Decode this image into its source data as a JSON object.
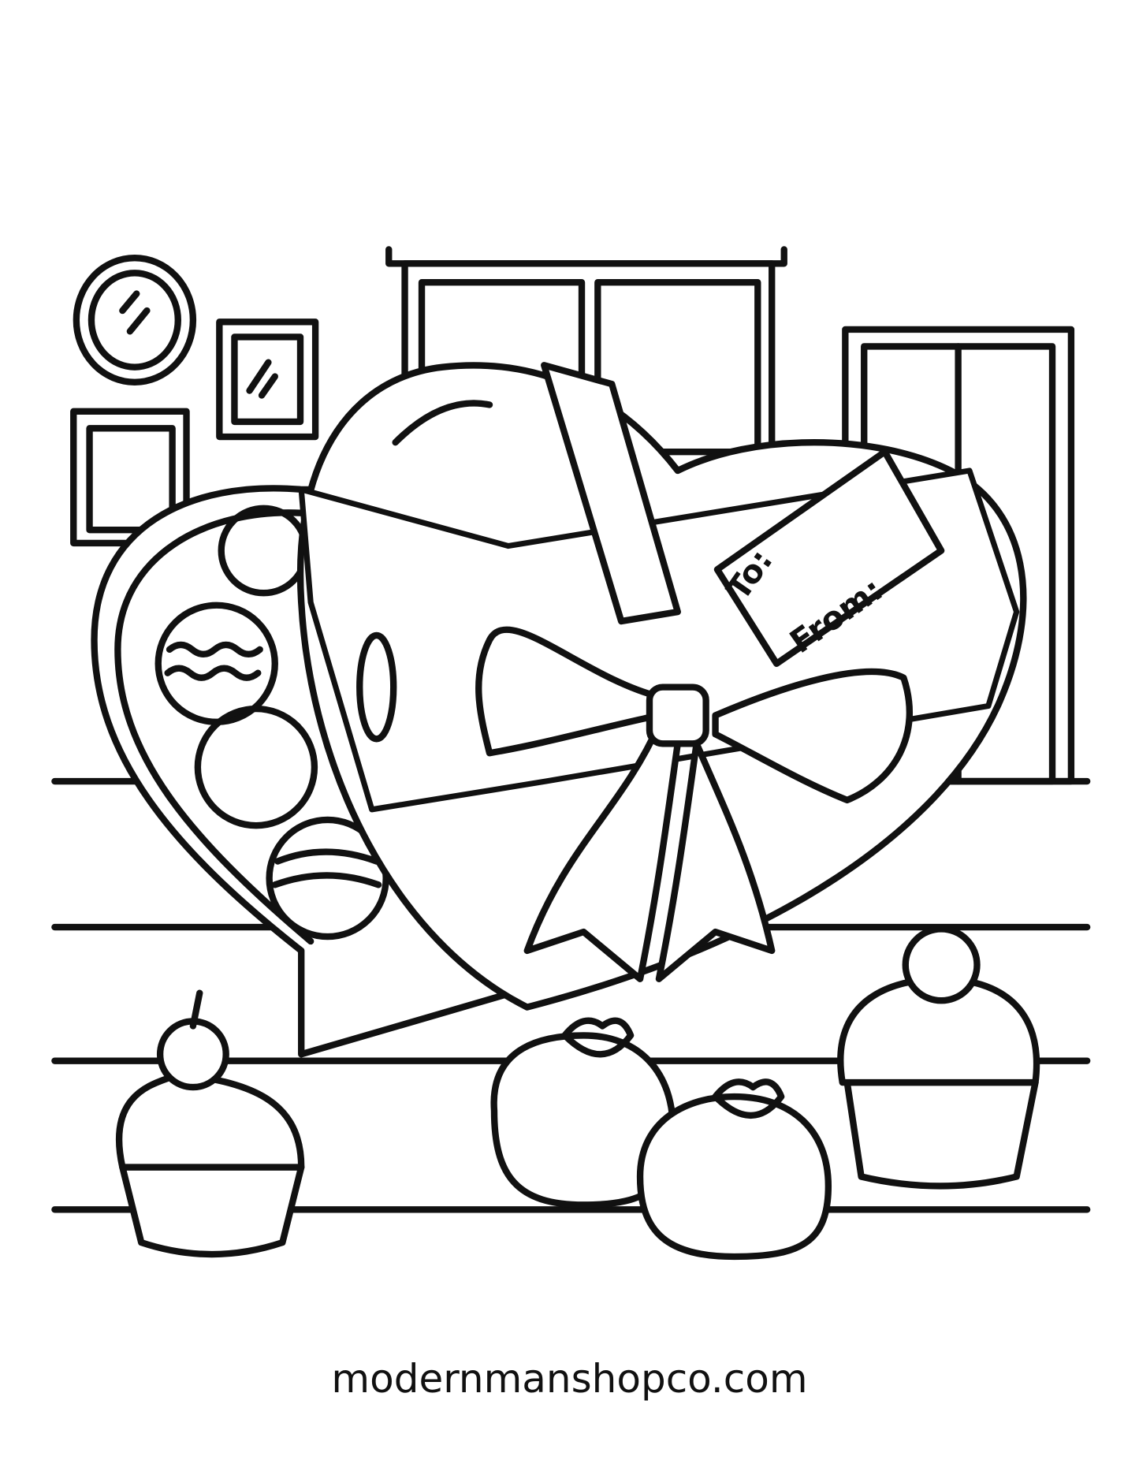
{
  "tag": {
    "to_label": "To:",
    "from_label": "From:"
  },
  "footer": {
    "website": "modernmanshopco.com"
  },
  "colors": {
    "line": "#111111",
    "background": "#ffffff"
  }
}
